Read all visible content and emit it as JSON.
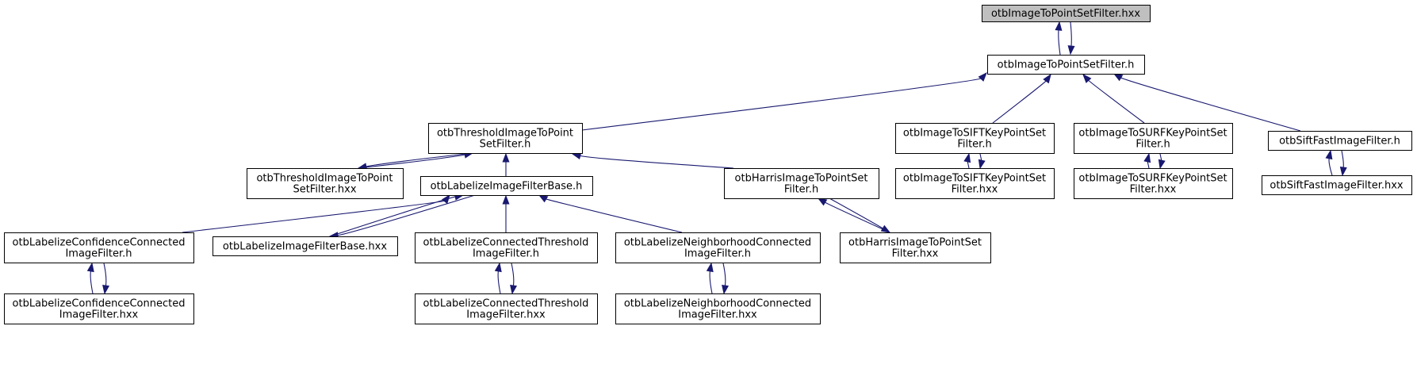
{
  "diagram": {
    "kind": "include dependency graph",
    "nodes": {
      "n0": {
        "lines": [
          "otbImageToPointSetFilter.hxx"
        ],
        "highlight": true
      },
      "n1": {
        "lines": [
          "otbImageToPointSetFilter.h"
        ]
      },
      "n2": {
        "lines": [
          "otbThresholdImageToPoint",
          "SetFilter.h"
        ]
      },
      "n3": {
        "lines": [
          "otbImageToSIFTKeyPointSet",
          "Filter.h"
        ]
      },
      "n4": {
        "lines": [
          "otbImageToSURFKeyPointSet",
          "Filter.h"
        ]
      },
      "n5": {
        "lines": [
          "otbSiftFastImageFilter.h"
        ]
      },
      "n6": {
        "lines": [
          "otbThresholdImageToPoint",
          "SetFilter.hxx"
        ]
      },
      "n7": {
        "lines": [
          "otbLabelizeImageFilterBase.h"
        ]
      },
      "n8": {
        "lines": [
          "otbHarrisImageToPointSet",
          "Filter.h"
        ]
      },
      "n9": {
        "lines": [
          "otbImageToSIFTKeyPointSet",
          "Filter.hxx"
        ]
      },
      "n10": {
        "lines": [
          "otbImageToSURFKeyPointSet",
          "Filter.hxx"
        ]
      },
      "n11": {
        "lines": [
          "otbSiftFastImageFilter.hxx"
        ]
      },
      "n12": {
        "lines": [
          "otbLabelizeConfidenceConnected",
          "ImageFilter.h"
        ]
      },
      "n13": {
        "lines": [
          "otbLabelizeImageFilterBase.hxx"
        ]
      },
      "n14": {
        "lines": [
          "otbLabelizeConnectedThreshold",
          "ImageFilter.h"
        ]
      },
      "n15": {
        "lines": [
          "otbLabelizeNeighborhoodConnected",
          "ImageFilter.h"
        ]
      },
      "n16": {
        "lines": [
          "otbHarrisImageToPointSet",
          "Filter.hxx"
        ]
      },
      "n17": {
        "lines": [
          "otbLabelizeConfidenceConnected",
          "ImageFilter.hxx"
        ]
      },
      "n18": {
        "lines": [
          "otbLabelizeConnectedThreshold",
          "ImageFilter.hxx"
        ]
      },
      "n19": {
        "lines": [
          "otbLabelizeNeighborhoodConnected",
          "ImageFilter.hxx"
        ]
      }
    },
    "edges": [
      {
        "from": "n1",
        "to": "n0"
      },
      {
        "from": "n0",
        "to": "n1"
      },
      {
        "from": "n2",
        "to": "n1"
      },
      {
        "from": "n3",
        "to": "n1"
      },
      {
        "from": "n4",
        "to": "n1"
      },
      {
        "from": "n5",
        "to": "n1"
      },
      {
        "from": "n6",
        "to": "n2"
      },
      {
        "from": "n2",
        "to": "n6"
      },
      {
        "from": "n7",
        "to": "n2"
      },
      {
        "from": "n8",
        "to": "n2"
      },
      {
        "from": "n9",
        "to": "n3"
      },
      {
        "from": "n3",
        "to": "n9"
      },
      {
        "from": "n10",
        "to": "n4"
      },
      {
        "from": "n4",
        "to": "n10"
      },
      {
        "from": "n11",
        "to": "n5"
      },
      {
        "from": "n5",
        "to": "n11"
      },
      {
        "from": "n12",
        "to": "n7"
      },
      {
        "from": "n13",
        "to": "n7"
      },
      {
        "from": "n7",
        "to": "n13"
      },
      {
        "from": "n14",
        "to": "n7"
      },
      {
        "from": "n15",
        "to": "n7"
      },
      {
        "from": "n16",
        "to": "n8"
      },
      {
        "from": "n8",
        "to": "n16"
      },
      {
        "from": "n17",
        "to": "n12"
      },
      {
        "from": "n12",
        "to": "n17"
      },
      {
        "from": "n18",
        "to": "n14"
      },
      {
        "from": "n14",
        "to": "n18"
      },
      {
        "from": "n19",
        "to": "n15"
      },
      {
        "from": "n15",
        "to": "n19"
      }
    ],
    "colors": {
      "edge": "#191970",
      "highlight_fill": "#bfbfbf",
      "node_fill": "#ffffff",
      "node_border": "#000000"
    }
  }
}
